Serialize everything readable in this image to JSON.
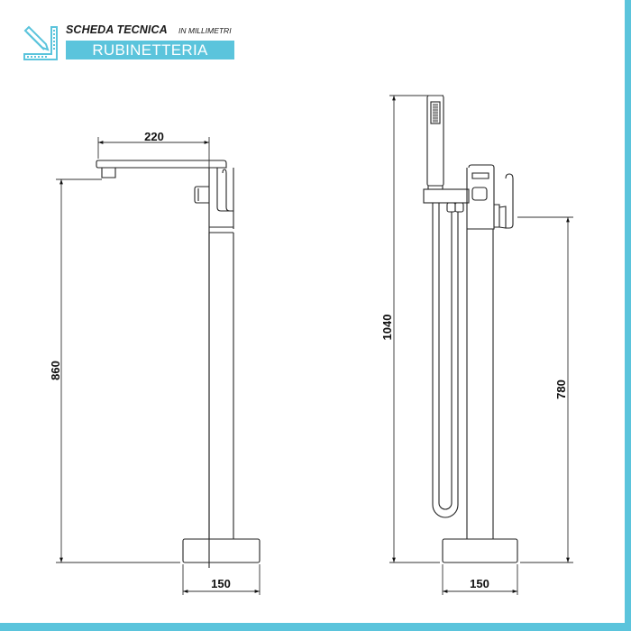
{
  "header": {
    "title": "SCHEDA TECNICA",
    "unit_note": "IN MILLIMETRI",
    "category": "RUBINETTERIA",
    "logo_icon": "pencil-ruler-icon"
  },
  "colors": {
    "accent": "#5bc4dc",
    "line": "#222222",
    "text": "#111111"
  },
  "drawings": {
    "side_view": {
      "spout_reach": "220",
      "total_height_to_spout": "860",
      "base_width": "150"
    },
    "front_view": {
      "total_height": "1040",
      "height_to_lever": "780",
      "base_width": "150"
    }
  }
}
